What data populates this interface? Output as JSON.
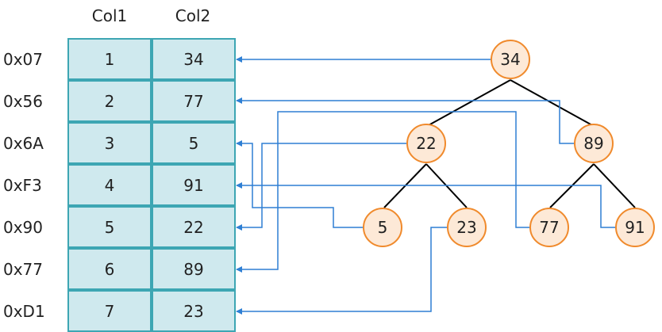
{
  "table": {
    "headers": [
      "Col1",
      "Col2"
    ],
    "rows": [
      {
        "addr": "0x07",
        "col1": "1",
        "col2": "34"
      },
      {
        "addr": "0x56",
        "col1": "2",
        "col2": "77"
      },
      {
        "addr": "0x6A",
        "col1": "3",
        "col2": "5"
      },
      {
        "addr": "0xF3",
        "col1": "4",
        "col2": "91"
      },
      {
        "addr": "0x90",
        "col1": "5",
        "col2": "22"
      },
      {
        "addr": "0x77",
        "col1": "6",
        "col2": "89"
      },
      {
        "addr": "0xD1",
        "col1": "7",
        "col2": "23"
      }
    ]
  },
  "tree": {
    "nodes": [
      "34",
      "22",
      "89",
      "5",
      "23",
      "77",
      "91"
    ]
  },
  "colors": {
    "cell_fill": "#cfe9ee",
    "cell_border": "#3da6b3",
    "node_fill": "#fde9d7",
    "node_border": "#f08a2c",
    "pointer_line": "#2e7fd4",
    "tree_edge": "#000000"
  }
}
